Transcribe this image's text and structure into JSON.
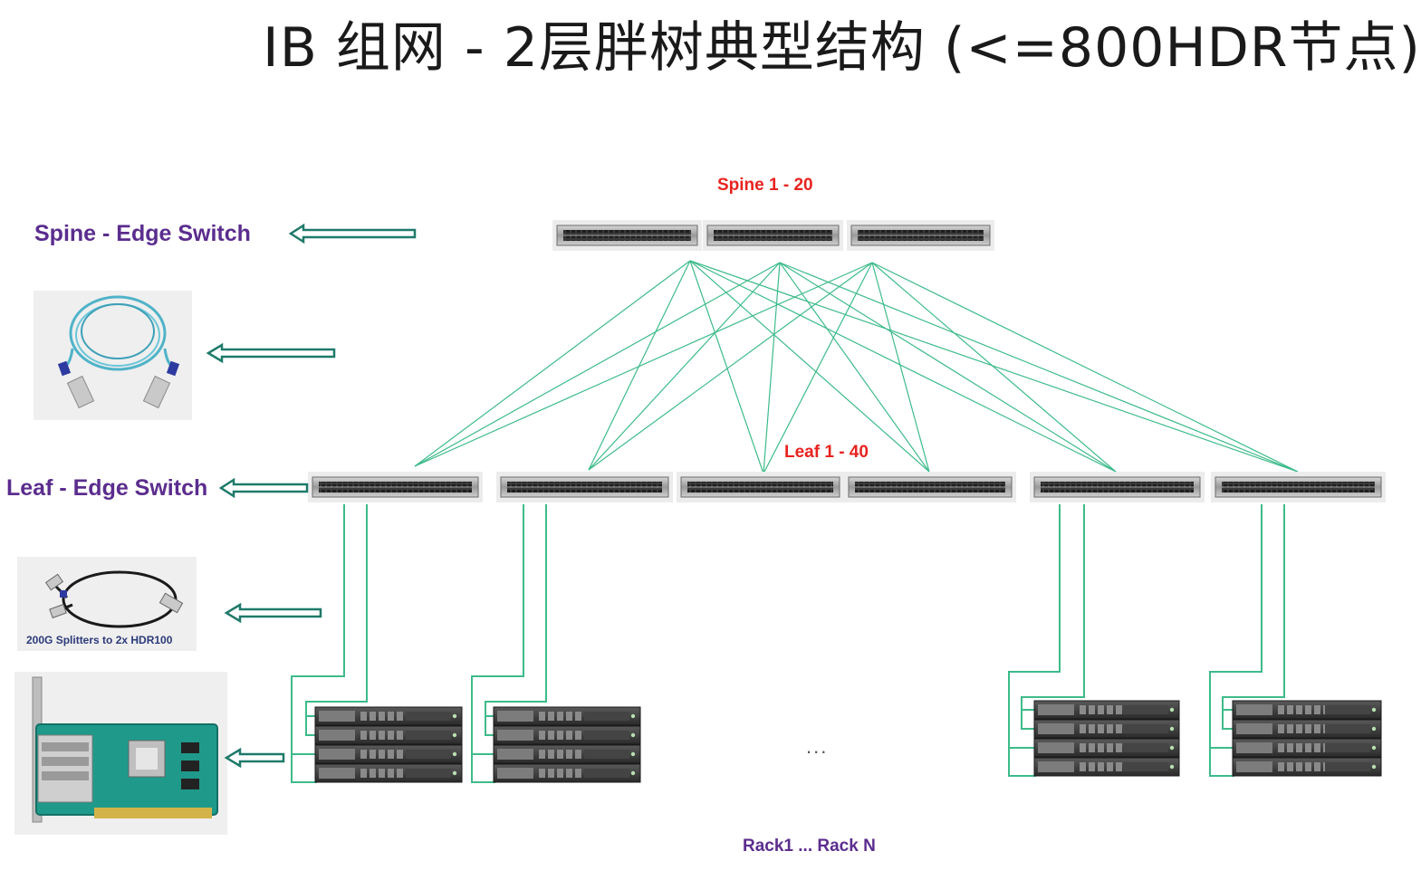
{
  "title": "IB 组网 - 2层胖树典型结构 (<=800HDR节点)",
  "labels": {
    "spine_range": "Spine 1 - 20",
    "leaf_range": "Leaf 1 - 40",
    "spine_edge_switch": "Spine  - Edge Switch",
    "leaf_edge_switch": "Leaf - Edge Switch",
    "splitter_caption": "200G Splitters to 2x HDR100",
    "rack_ellipsis": "...",
    "racks": "Rack1 ...  Rack N"
  },
  "colors": {
    "link": "#3dbb8a",
    "arrow": "#1f7a6a",
    "red": "#e8231f",
    "purple": "#5b2d8e"
  },
  "icons": {
    "spine_switch": "switch-icon",
    "leaf_switch": "switch-icon",
    "server": "server-icon",
    "aoc_cable": "optical-cable-icon",
    "splitter_cable": "splitter-cable-icon",
    "hca_card": "network-adapter-icon"
  }
}
